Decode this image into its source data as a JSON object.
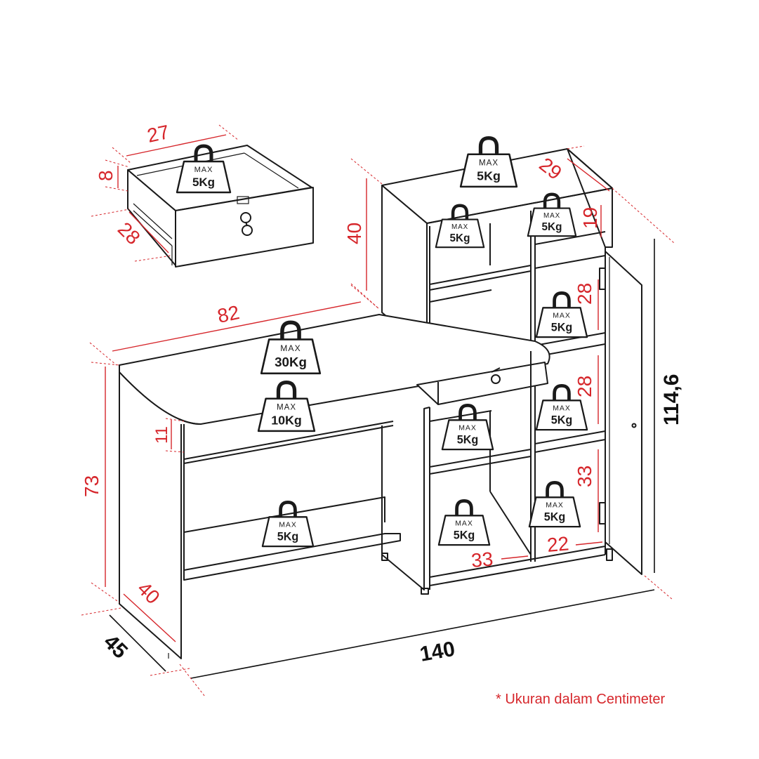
{
  "dimensions": {
    "drawer_width": "27",
    "drawer_height": "8",
    "drawer_depth": "28",
    "hutch_height": "40",
    "hutch_depth": "29",
    "top_shelf_height": "19",
    "desk_top_width": "82",
    "shelf_height_upper": "28",
    "shelf_height_middle": "28",
    "shelf_height_lower": "33",
    "desk_apron": "11",
    "desk_height": "73",
    "desk_inner_depth": "40",
    "total_depth": "45",
    "total_width": "140",
    "total_height": "114,6",
    "inner_width_left": "33",
    "inner_width_right": "22"
  },
  "weights": [
    {
      "max_label": "MAX",
      "value": "5Kg",
      "location": "drawer"
    },
    {
      "max_label": "MAX",
      "value": "5Kg",
      "location": "hutch top"
    },
    {
      "max_label": "MAX",
      "value": "5Kg",
      "location": "hutch shelf left"
    },
    {
      "max_label": "MAX",
      "value": "5Kg",
      "location": "hutch shelf right"
    },
    {
      "max_label": "MAX",
      "value": "5Kg",
      "location": "cabinet upper"
    },
    {
      "max_label": "MAX",
      "value": "30Kg",
      "location": "desk top"
    },
    {
      "max_label": "MAX",
      "value": "10Kg",
      "location": "keyboard shelf"
    },
    {
      "max_label": "MAX",
      "value": "5Kg",
      "location": "cabinet middle"
    },
    {
      "max_label": "MAX",
      "value": "5Kg",
      "location": "open shelf middle"
    },
    {
      "max_label": "MAX",
      "value": "5Kg",
      "location": "cabinet lower"
    },
    {
      "max_label": "MAX",
      "value": "5Kg",
      "location": "open shelf lower"
    },
    {
      "max_label": "MAX",
      "value": "5Kg",
      "location": "under desk shelf"
    }
  ],
  "footnote": "* Ukuran dalam Centimeter",
  "colors": {
    "dimension": "#d6262b",
    "outline": "#1a1a1a",
    "background": "#ffffff"
  }
}
